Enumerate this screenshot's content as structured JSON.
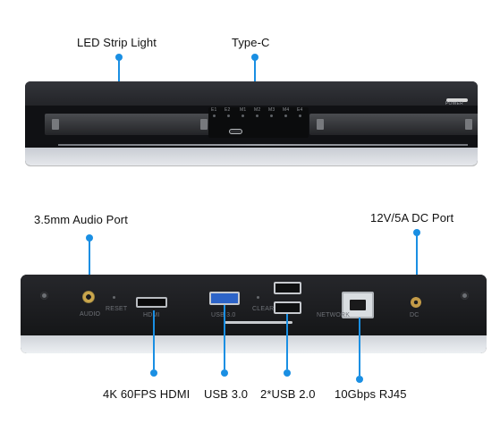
{
  "top_labels": {
    "led_strip": "LED Strip Light",
    "type_c": "Type-C"
  },
  "front_labels": {
    "bay_leds": [
      "E1",
      "E2",
      "M1",
      "M2",
      "M3",
      "M4",
      "E4"
    ],
    "power": "POWER"
  },
  "back_labels": {
    "audio": "AUDIO",
    "reset": "RESET",
    "hdmi": "HDMI",
    "usb30": "USB 3.0",
    "clear": "CLEAR",
    "network": "NETWORK",
    "dc": "DC"
  },
  "callouts": {
    "audio_port": "3.5mm Audio Port",
    "dc_port": "12V/5A DC Port",
    "hdmi": "4K 60FPS HDMI",
    "usb30": "USB 3.0",
    "usb20": "2*USB 2.0",
    "rj45": "10Gbps RJ45"
  },
  "colors": {
    "callout_blue": "#1a8fe3"
  },
  "icons": {
    "type_c": "usb-c-port-icon",
    "audio": "audio-jack-icon",
    "hdmi": "hdmi-port-icon",
    "usb30": "usb-3-port-icon",
    "usb20": "usb-2-port-icon",
    "rj45": "ethernet-port-icon",
    "dc": "dc-power-port-icon"
  }
}
